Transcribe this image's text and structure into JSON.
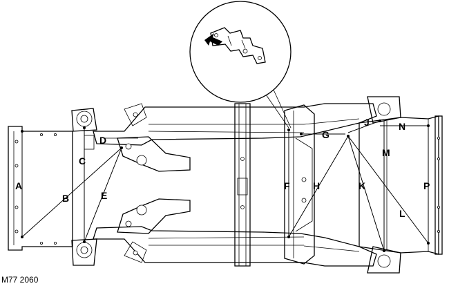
{
  "figure_id": "M77 2060",
  "labels": {
    "A": "A",
    "B": "B",
    "C": "C",
    "D": "D",
    "E": "E",
    "F": "F",
    "G": "G",
    "H": "H",
    "J": "J",
    "K": "K",
    "L": "L",
    "M": "M",
    "N": "N",
    "P": "P"
  },
  "colors": {
    "line": "#000000",
    "background": "#ffffff"
  },
  "icons": {
    "detail_pointer": "arrow-icon"
  }
}
